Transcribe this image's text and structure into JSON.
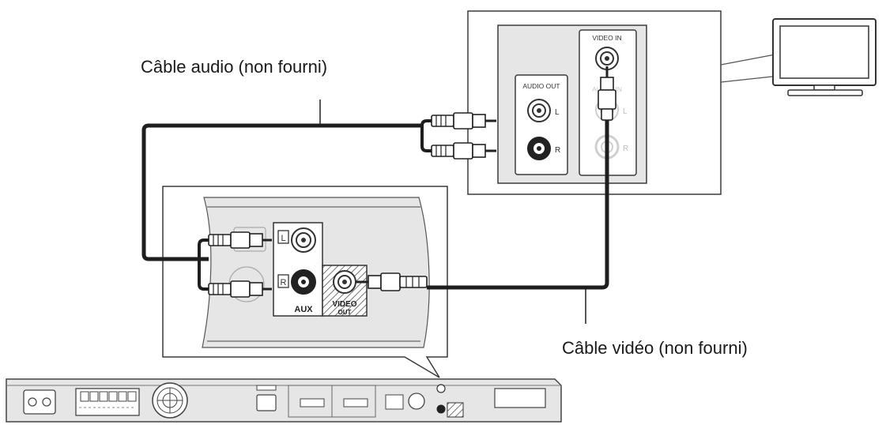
{
  "captions": {
    "audio_cable": "Câble audio (non fourni)",
    "video_cable": "Câble vidéo (non fourni)"
  },
  "tv_panel": {
    "audio_out": "AUDIO OUT",
    "video_in": "VIDEO IN",
    "audio_in": "AUDIO IN",
    "jack_left": "L",
    "jack_right": "R"
  },
  "player_panel": {
    "jack_left": "L",
    "jack_right": "R",
    "aux": "AUX",
    "video_out_line1": "VIDEO",
    "video_out_line2": "OUT"
  },
  "colors": {
    "cable": "#1e1e1e",
    "panel_fill": "#e6e6e6",
    "outline": "#3a3a3a"
  }
}
